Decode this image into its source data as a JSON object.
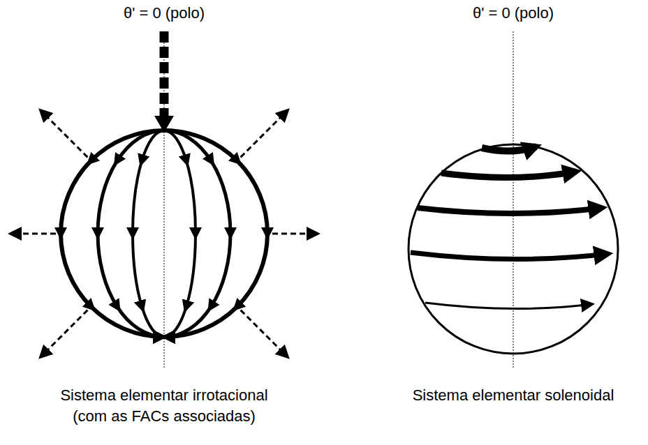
{
  "diagram": {
    "labels": [
      "θ' = 0 (polo)",
      "θ' = 0 (polo)",
      "Sistema elementar irrotacional (com as FACs associadas)",
      "Sistema elementar solenoidal"
    ]
  }
}
